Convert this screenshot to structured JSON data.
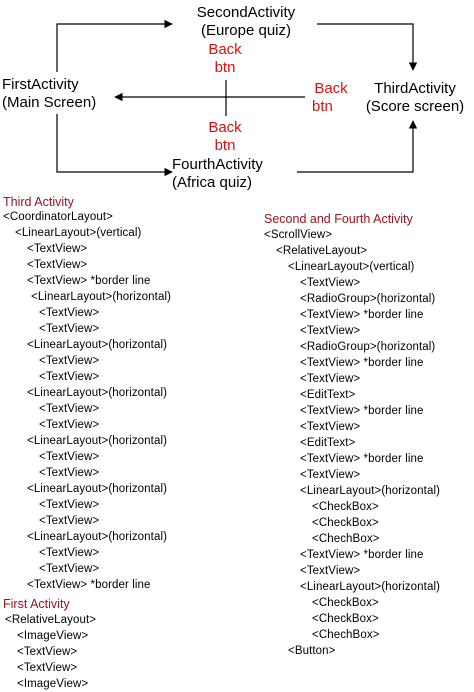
{
  "diagram": {
    "nodes": {
      "second": [
        "SecondActivity",
        "(Europe quiz)"
      ],
      "first": [
        "FirstActivity",
        "(Main Screen)"
      ],
      "third": [
        "ThirdActivity",
        "(Score screen)"
      ],
      "fourth": [
        "FourthActivity",
        "(Africa quiz)"
      ]
    },
    "back_buttons": {
      "top": [
        "Back",
        "btn"
      ],
      "right": [
        "Back",
        "btn"
      ],
      "bottom": [
        "Back",
        "btn"
      ]
    },
    "colors": {
      "back_button": "#e01010",
      "section_title": "#a01020",
      "line": "#000000"
    }
  },
  "third_activity": {
    "title": "Third Activity",
    "lines": [
      "<CoordinatorLayout>",
      "<LinearLayout>(vertical)",
      "<TextView>",
      "<TextView>",
      "<TextView>  *border line",
      "<LinearLayout>(horizontal)",
      "<TextView>",
      "<TextView>",
      "<LinearLayout>(horizontal)",
      "<TextView>",
      "<TextView>",
      "<LinearLayout>(horizontal)",
      "<TextView>",
      "<TextView>",
      "<LinearLayout>(horizontal)",
      "<TextView>",
      "<TextView>",
      "<LinearLayout>(horizontal)",
      "<TextView>",
      "<TextView>",
      "<LinearLayout>(horizontal)",
      "<TextView>",
      "<TextView>",
      "<TextView> *border line"
    ]
  },
  "first_activity": {
    "title": "First Activity",
    "lines": [
      "<RelativeLayout>",
      "<ImageView>",
      "<TextView>",
      "<TextView>",
      "<ImageView>"
    ]
  },
  "second_fourth_activity": {
    "title": "Second and Fourth Activity",
    "lines": [
      "<ScrollView>",
      "<RelativeLayout>",
      "<LinearLayout>(vertical)",
      "<TextView>",
      "<RadioGroup>(horizontal)",
      "<TextView> *border line",
      "<TextView>",
      "<RadioGroup>(horizontal)",
      "<TextView> *border line",
      "<TextView>",
      "<EditText>",
      "<TextView> *border line",
      "<TextView>",
      "<EditText>",
      "<TextView> *border line",
      "<TextView>",
      "<LinearLayout>(horizontal)",
      "<CheckBox>",
      "<CheckBox>",
      "<ChechBox>",
      "<TextView> *border line",
      "<TextView>",
      "<LinearLayout>(horizontal)",
      "<CheckBox>",
      "<CheckBox>",
      "<ChechBox>",
      "<Button>"
    ]
  }
}
